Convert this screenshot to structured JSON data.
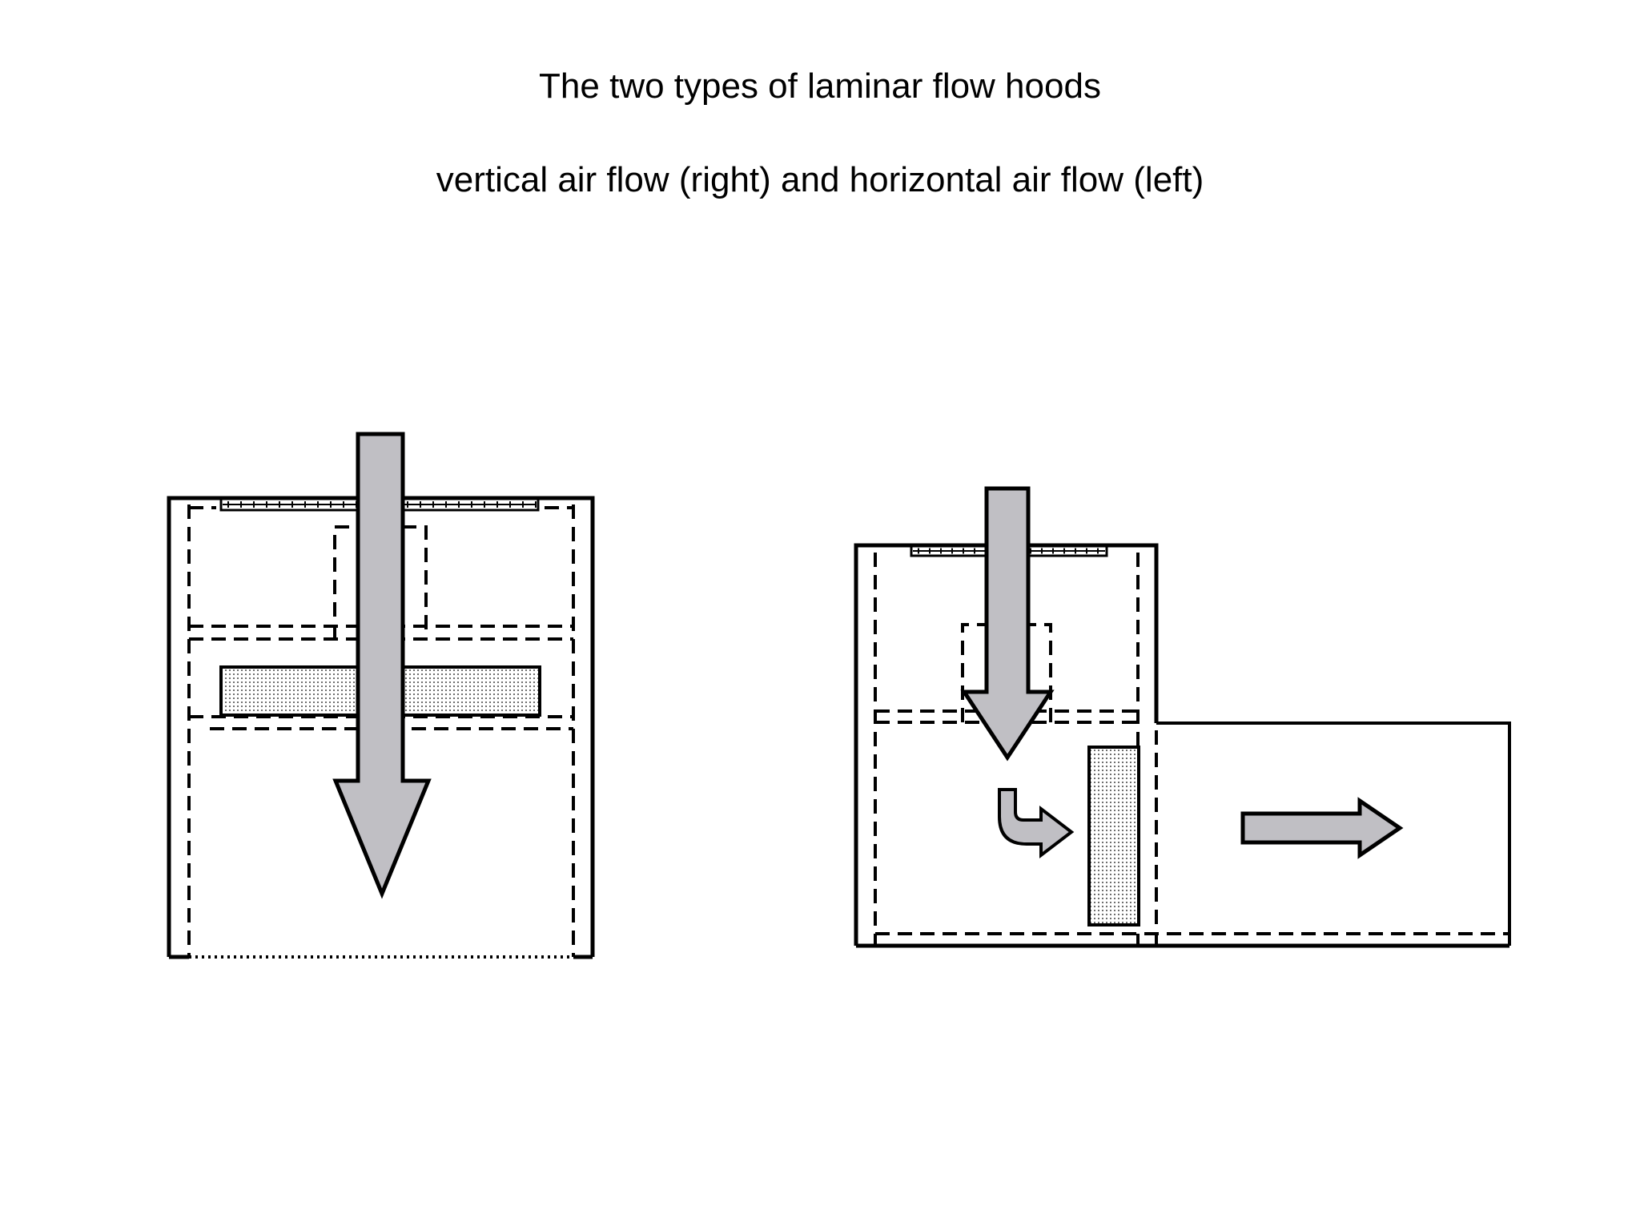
{
  "slide": {
    "title": "The two types of laminar flow hoods",
    "subtitle": "vertical air flow (right) and horizontal air flow  (left)"
  },
  "colors": {
    "arrow_fill": "#c0bfc4",
    "stroke": "#000000",
    "filter_dots": "#6f6f6f",
    "background": "#ffffff"
  },
  "figures": [
    {
      "id": "vertical-flow-hood",
      "position": "left"
    },
    {
      "id": "horizontal-flow-hood",
      "position": "right"
    }
  ]
}
